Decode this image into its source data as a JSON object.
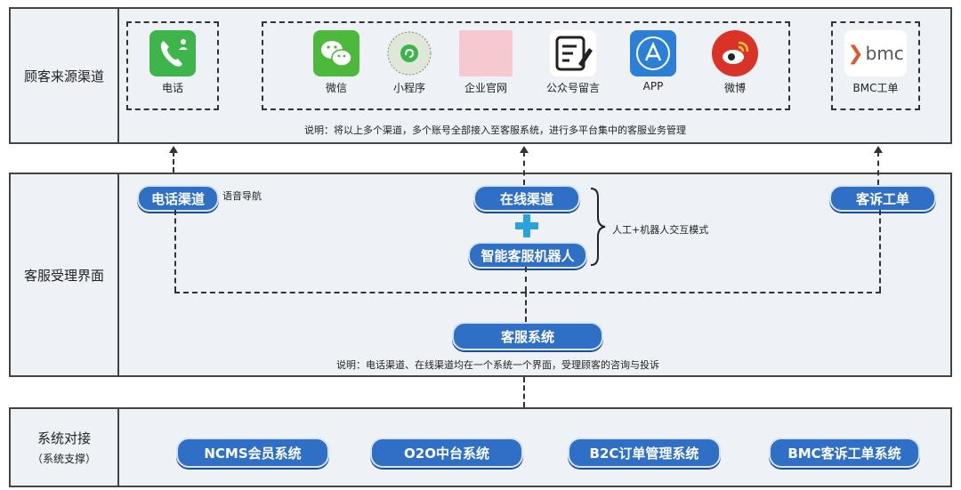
{
  "rows": {
    "channels": "顾客来源渠道",
    "service_ui": "客服受理界面",
    "integration": "系统对接",
    "integration_sub": "（系统支撑）"
  },
  "channels": {
    "phone": "电话",
    "wechat": "微信",
    "mini_program": "小程序",
    "website": "企业官网",
    "official_account": "公众号留言",
    "app": "APP",
    "weibo": "微博",
    "bmc": "BMC工单",
    "bmc_logo_text": "bmc",
    "note": "说明：将以上多个渠道，多个账号全部接入至客服系统，进行多平台集中的客服业务管理"
  },
  "service": {
    "phone_channel": "电话渠道",
    "voice_nav": "语音导航",
    "online_channel": "在线渠道",
    "smart_robot": "智能客服机器人",
    "mode": "人工+机器人交互模式",
    "complaint": "客诉工单",
    "system": "客服系统",
    "note": "说明：电话渠道、在线渠道均在一个系统一个界面，受理顾客的咨询与投诉"
  },
  "systems": [
    "NCMS会员系统",
    "O2O中台系统",
    "B2C订单管理系统",
    "BMC客诉工单系统"
  ]
}
